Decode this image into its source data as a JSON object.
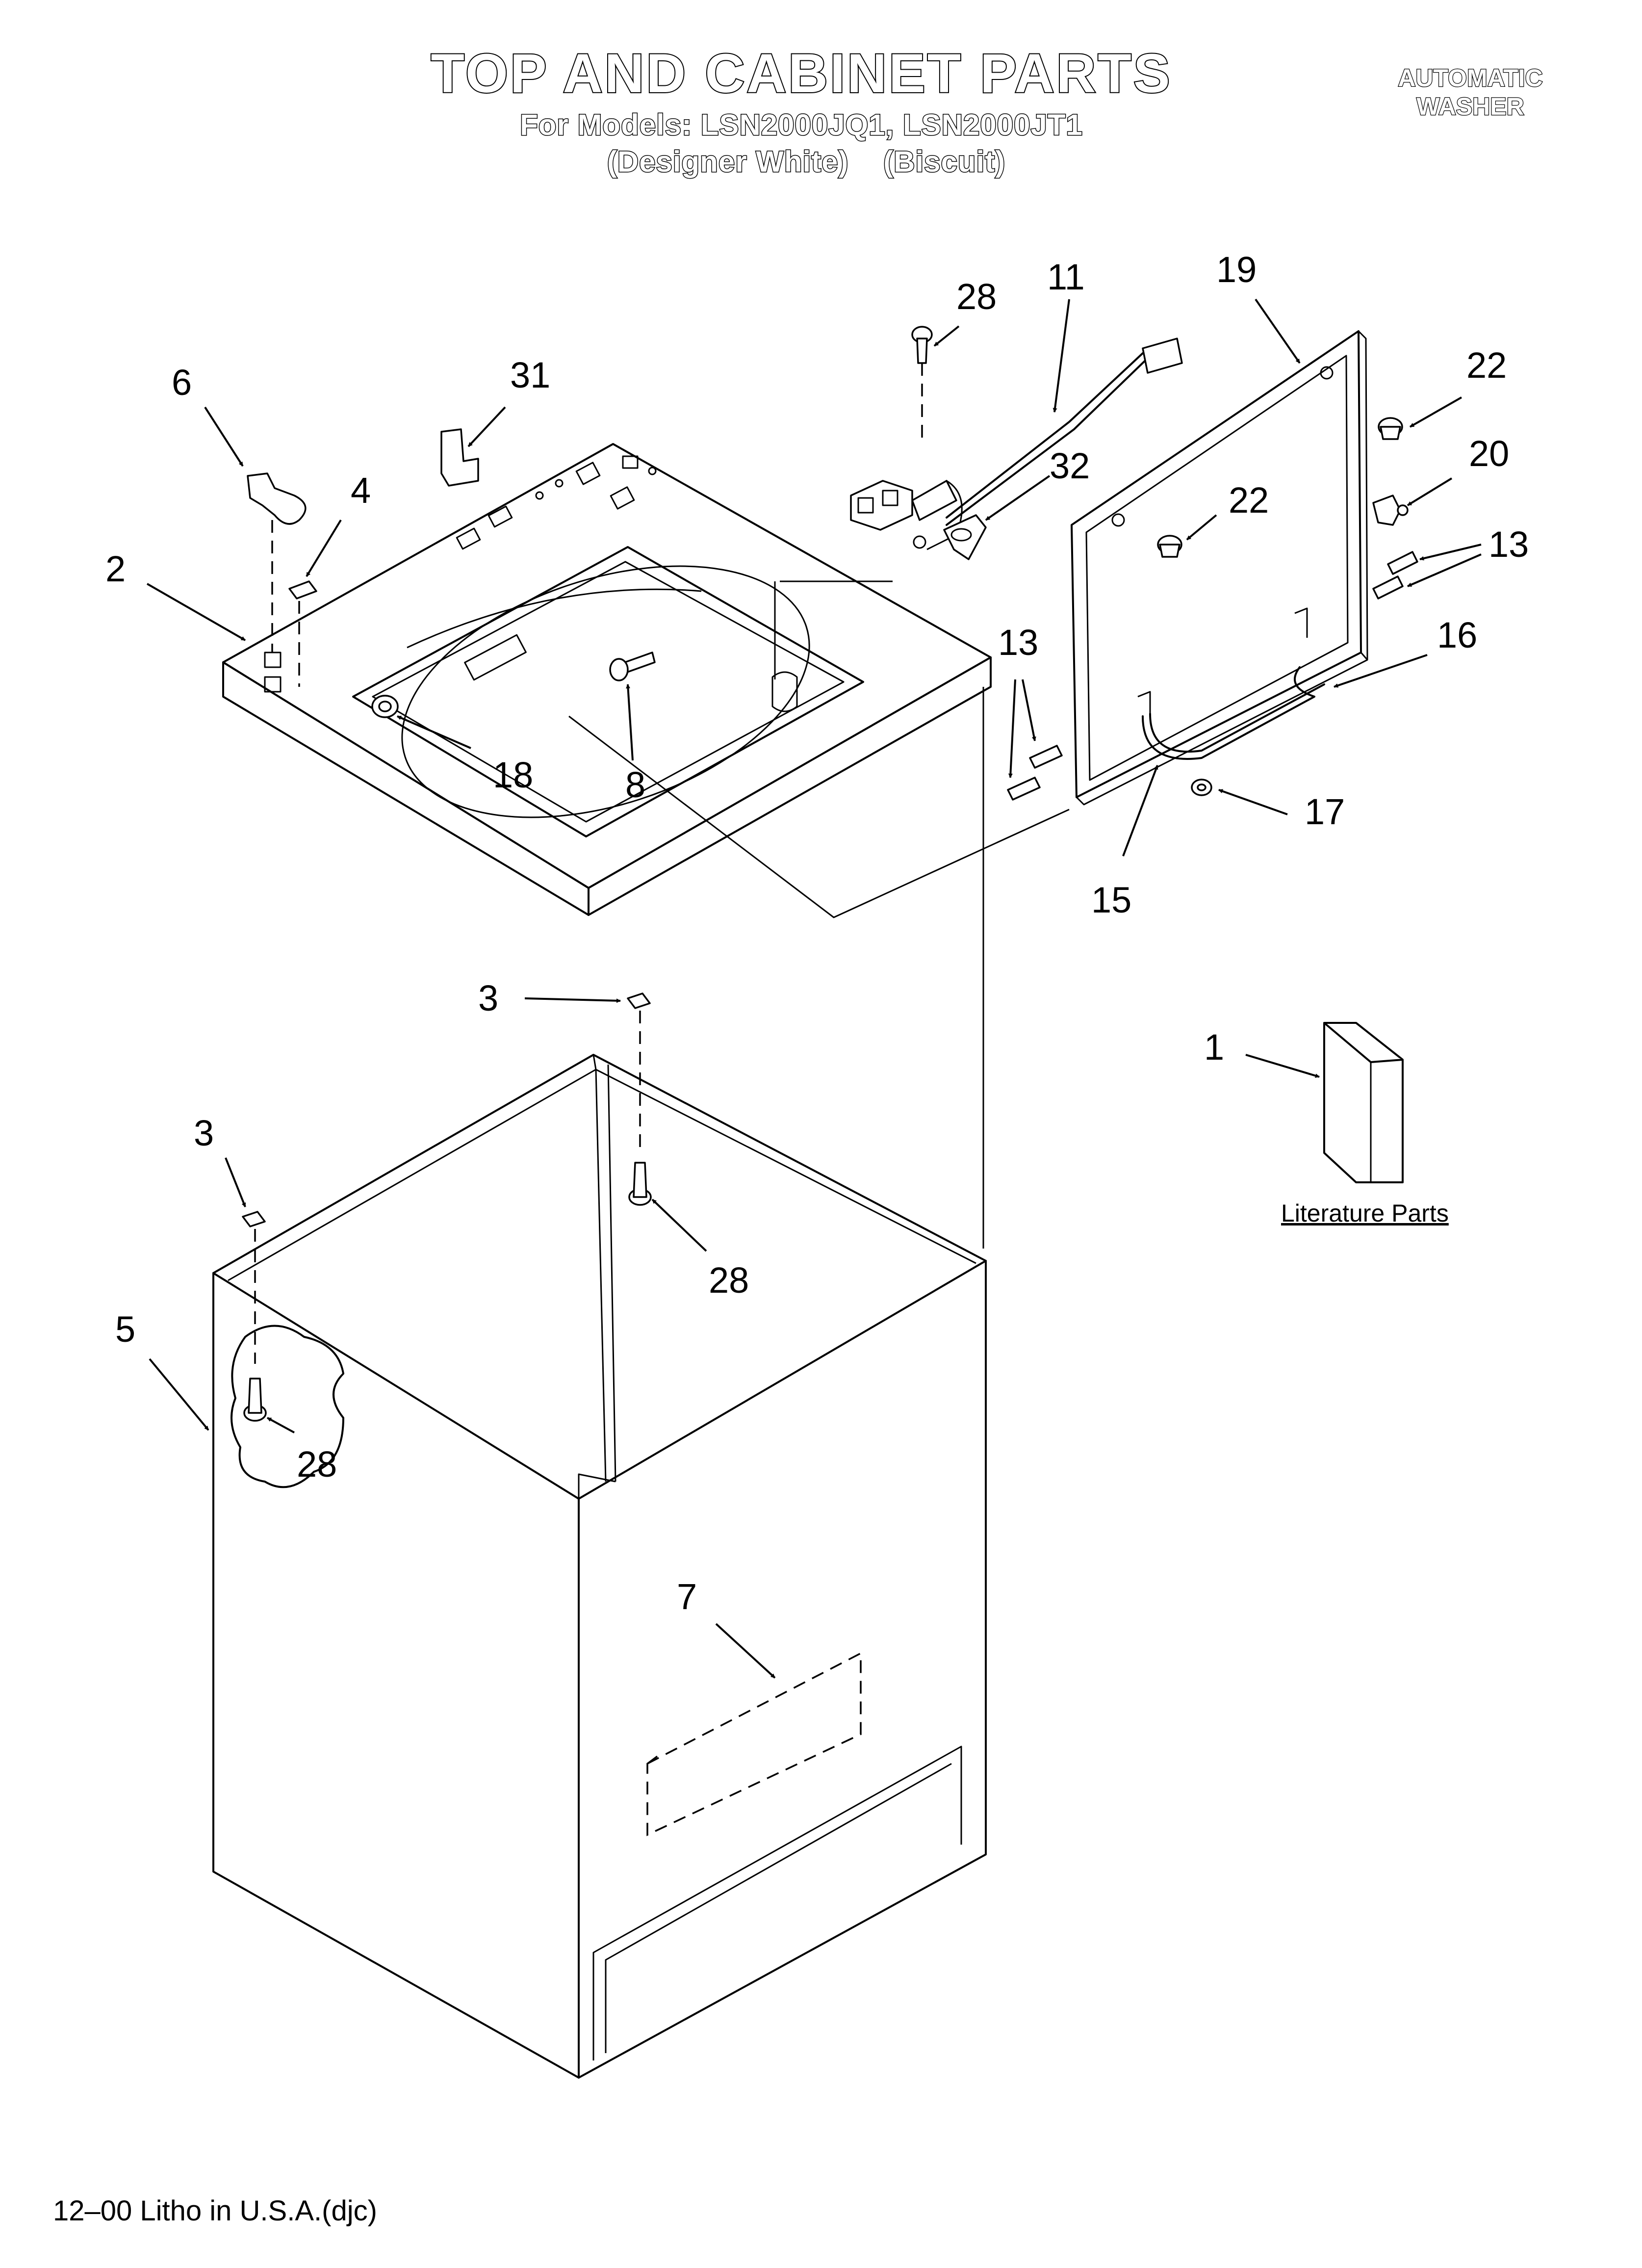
{
  "header": {
    "title": "TOP AND CABINET PARTS",
    "models_line": "For Models: LSN2000JQ1, LSN2000JT1",
    "colors_line": "(Designer White)    (Biscuit)",
    "product_line1": "AUTOMATIC",
    "product_line2": "WASHER"
  },
  "callouts": {
    "c1": "1",
    "c2": "2",
    "c3a": "3",
    "c3b": "3",
    "c4": "4",
    "c5": "5",
    "c6": "6",
    "c7": "7",
    "c8": "8",
    "c11": "11",
    "c13a": "13",
    "c13b": "13",
    "c15": "15",
    "c16": "16",
    "c17": "17",
    "c18": "18",
    "c19": "19",
    "c20": "20",
    "c22a": "22",
    "c22b": "22",
    "c28a": "28",
    "c28b": "28",
    "c28c": "28",
    "c31": "31",
    "c32": "32"
  },
  "literature_label": "Literature Parts",
  "footer": "12–00 Litho in U.S.A.(djc)"
}
